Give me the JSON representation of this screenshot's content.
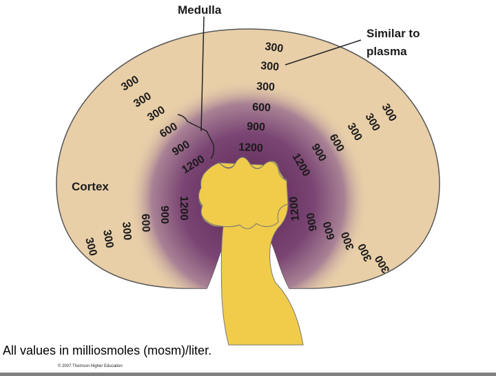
{
  "labels": {
    "medulla": "Medulla",
    "similar_line1": "Similar to",
    "similar_line2": "plasma",
    "cortex": "Cortex"
  },
  "footer": {
    "note": "All values in milliosmoles (mosm)/liter.",
    "copyright": "© 2007 Thomson Higher Education"
  },
  "gradient_values": {
    "top_center": [
      "300",
      "300",
      "300",
      "600",
      "900",
      "1200"
    ],
    "upper_left": [
      "300",
      "300",
      "300",
      "600",
      "900",
      "1200"
    ],
    "upper_right": [
      "300",
      "300",
      "300",
      "600",
      "900",
      "1200"
    ],
    "lower_left": [
      "300",
      "300",
      "300",
      "600",
      "900",
      "1200"
    ],
    "lower_right": [
      "300",
      "300",
      "300",
      "600",
      "900",
      "1200"
    ]
  },
  "colors": {
    "background": "#808080",
    "canvas": "#ffffff",
    "cortex": "#e8cfa8",
    "medulla_inner": "#5e2a57",
    "pelvis": "#f0cc4a"
  }
}
